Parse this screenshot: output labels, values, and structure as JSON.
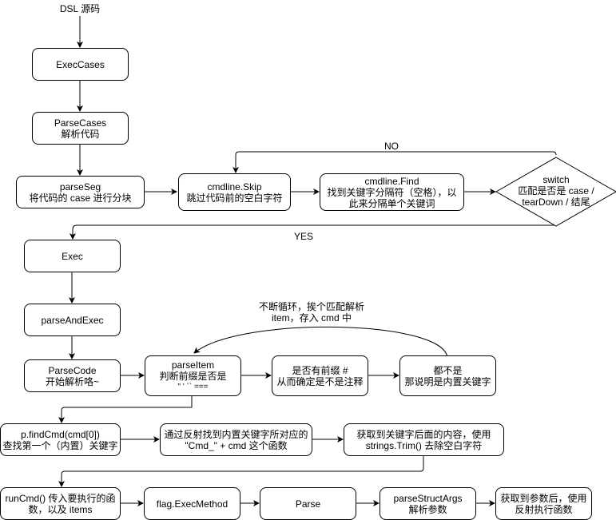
{
  "start_label": "DSL 源码",
  "nodes": {
    "exec_cases": [
      "ExecCases"
    ],
    "parse_cases": [
      "ParseCases",
      "解析代码"
    ],
    "parse_seg": [
      "parseSeg",
      "将代码的 case 进行分块"
    ],
    "cmdline_skip": [
      "cmdline.Skip",
      "跳过代码前的空白字符"
    ],
    "cmdline_find": [
      "cmdline.Find",
      "找到关键字分隔符（空格），以",
      "此来分隔单个关键词"
    ],
    "switch": [
      "switch",
      "匹配是否是 case /",
      "tearDown / 结尾"
    ],
    "exec": [
      "Exec"
    ],
    "parse_and_exec": [
      "parseAndExec"
    ],
    "parse_code": [
      "ParseCode",
      "开始解析咯~"
    ],
    "parse_item": [
      "parseItem",
      "判断前缀是否是",
      "\" ' `` ==="
    ],
    "prefix_hash": [
      "是否有前缀 #",
      "从而确定是不是注释"
    ],
    "none_match": [
      "都不是",
      "那说明是内置关键字"
    ],
    "find_cmd": [
      "p.findCmd(cmd[0])",
      "查找第一个（内置）关键字"
    ],
    "reflect_find": [
      "通过反射找到内置关键字所对应的",
      "\"Cmd_\" + cmd 这个函数"
    ],
    "trim_content": [
      "获取到关键字后面的内容，使用",
      "strings.Trim() 去除空白字符"
    ],
    "run_cmd": [
      "runCmd() 传入要执行的函",
      "数，以及 items"
    ],
    "flag_exec_method": [
      "flag.ExecMethod"
    ],
    "parse": [
      "Parse"
    ],
    "parse_struct_args": [
      "parseStructArgs",
      "解析参数"
    ],
    "reflect_exec": [
      "获取到参数后，使用",
      "反射执行函数"
    ]
  },
  "edge_labels": {
    "no": "NO",
    "yes": "YES",
    "loop": [
      "不断循环，挨个匹配解析",
      "item，存入 cmd 中"
    ]
  },
  "colors": {
    "stroke": "#000000",
    "fill": "#ffffff"
  }
}
